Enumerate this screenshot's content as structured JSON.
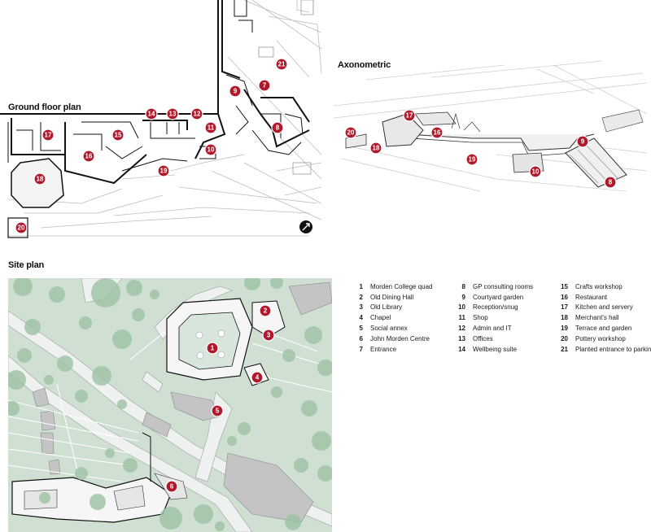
{
  "ground_floor": {
    "title": "Ground floor plan",
    "markers": [
      "21",
      "9",
      "7",
      "14",
      "13",
      "12",
      "11",
      "8",
      "17",
      "15",
      "16",
      "10",
      "19",
      "18",
      "20"
    ],
    "north_icon": "north-arrow-icon"
  },
  "axonometric": {
    "title": "Axonometric",
    "markers": [
      "17",
      "20",
      "16",
      "18",
      "19",
      "9",
      "10",
      "8"
    ]
  },
  "site_plan": {
    "title": "Site plan",
    "markers": [
      "1",
      "2",
      "3",
      "4",
      "5",
      "6"
    ]
  },
  "legend": {
    "columns": [
      [
        {
          "num": "1",
          "label": "Morden College quad"
        },
        {
          "num": "2",
          "label": "Old Dining Hall"
        },
        {
          "num": "3",
          "label": "Old Library"
        },
        {
          "num": "4",
          "label": "Chapel"
        },
        {
          "num": "5",
          "label": "Social annex"
        },
        {
          "num": "6",
          "label": "John Morden Centre"
        },
        {
          "num": "7",
          "label": "Entrance"
        }
      ],
      [
        {
          "num": "8",
          "label": "GP consulting rooms"
        },
        {
          "num": "9",
          "label": "Courtyard garden"
        },
        {
          "num": "10",
          "label": "Reception/snug"
        },
        {
          "num": "11",
          "label": "Shop"
        },
        {
          "num": "12",
          "label": "Admin and IT"
        },
        {
          "num": "13",
          "label": "Offices"
        },
        {
          "num": "14",
          "label": "Wellbeing suite"
        }
      ],
      [
        {
          "num": "15",
          "label": "Crafts workshop"
        },
        {
          "num": "16",
          "label": "Restaurant"
        },
        {
          "num": "17",
          "label": "Kitchen and servery"
        },
        {
          "num": "18",
          "label": "Merchant's hall"
        },
        {
          "num": "19",
          "label": "Terrace and garden"
        },
        {
          "num": "20",
          "label": "Pottery workshop"
        },
        {
          "num": "21",
          "label": "Planted entrance to parking"
        }
      ]
    ]
  },
  "colors": {
    "marker": "#b0192b",
    "green": "#cfe0d3",
    "tree": "#9cc2a4",
    "building": "#c4c4c4",
    "ground": "#eef1ef"
  }
}
